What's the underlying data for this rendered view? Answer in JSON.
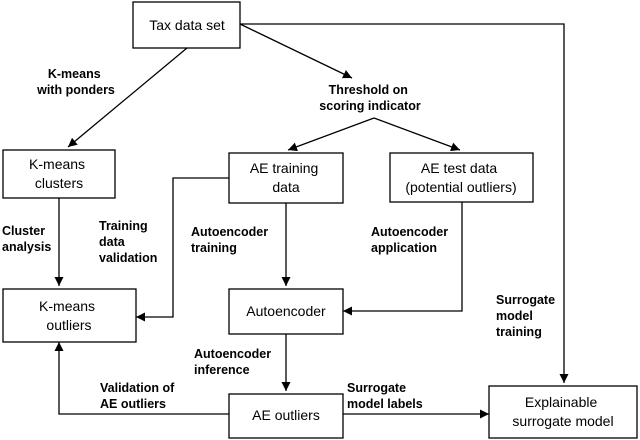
{
  "nodes": {
    "tax_data_set": [
      "Tax data set"
    ],
    "kmeans_clusters": [
      "K-means",
      "clusters"
    ],
    "ae_training_data": [
      "AE training",
      "data"
    ],
    "ae_test_data": [
      "AE test data",
      "(potential outliers)"
    ],
    "kmeans_outliers": [
      "K-means",
      "outliers"
    ],
    "autoencoder": [
      "Autoencoder"
    ],
    "ae_outliers": [
      "AE outliers"
    ],
    "explainable_surrogate_model": [
      "Explainable",
      "surrogate model"
    ]
  },
  "edge_labels": {
    "kmeans_with_ponders": [
      "K-means",
      "with ponders"
    ],
    "threshold_on_scoring_indicator": [
      "Threshold on",
      "scoring indicator"
    ],
    "cluster_analysis": [
      "Cluster",
      "analysis"
    ],
    "training_data_validation": [
      "Training",
      "data",
      "validation"
    ],
    "autoencoder_training": [
      "Autoencoder",
      "training"
    ],
    "autoencoder_application": [
      "Autoencoder",
      "application"
    ],
    "surrogate_model_training": [
      "Surrogate",
      "model",
      "training"
    ],
    "autoencoder_inference": [
      "Autoencoder",
      "inference"
    ],
    "validation_of_ae_outliers": [
      "Validation of",
      "AE outliers"
    ],
    "surrogate_model_labels": [
      "Surrogate",
      "model labels"
    ]
  }
}
